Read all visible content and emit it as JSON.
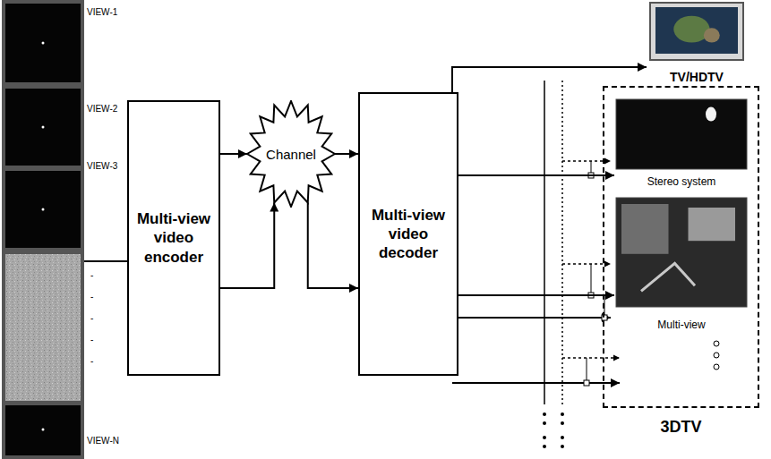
{
  "diagram": {
    "nodes": [
      {
        "text": [
          "Multi-view video encoder"
        ]
      },
      {
        "text": [
          "Channel"
        ]
      },
      {
        "text": [
          "Multi-view video decoder"
        ]
      },
      {
        "text": [
          "TV/HDTV"
        ]
      },
      {
        "text": [
          "3DTV"
        ]
      },
      {
        "text": [
          "Stereo system"
        ],
        "in": 4
      },
      {
        "text": [
          "Multi-view"
        ],
        "in": 4
      }
    ],
    "edges": [
      {
        "from": 0,
        "to": 1,
        "arrow": "to"
      },
      {
        "from": 0,
        "to": 1,
        "arrow": "to"
      },
      {
        "from": 1,
        "to": 2,
        "arrow": "to"
      },
      {
        "from": 1,
        "to": 2,
        "arrow": "to"
      },
      {
        "from": 2,
        "to": 3,
        "arrow": "to"
      },
      {
        "from": 2,
        "to": 5,
        "arrow": "to"
      },
      {
        "from": 2,
        "to": 6,
        "arrow": "to"
      }
    ],
    "labels": [
      "VIEW-1",
      "VIEW-2",
      "VIEW-3",
      "-",
      "-",
      "-",
      "-",
      "-",
      "VIEW-N"
    ]
  }
}
